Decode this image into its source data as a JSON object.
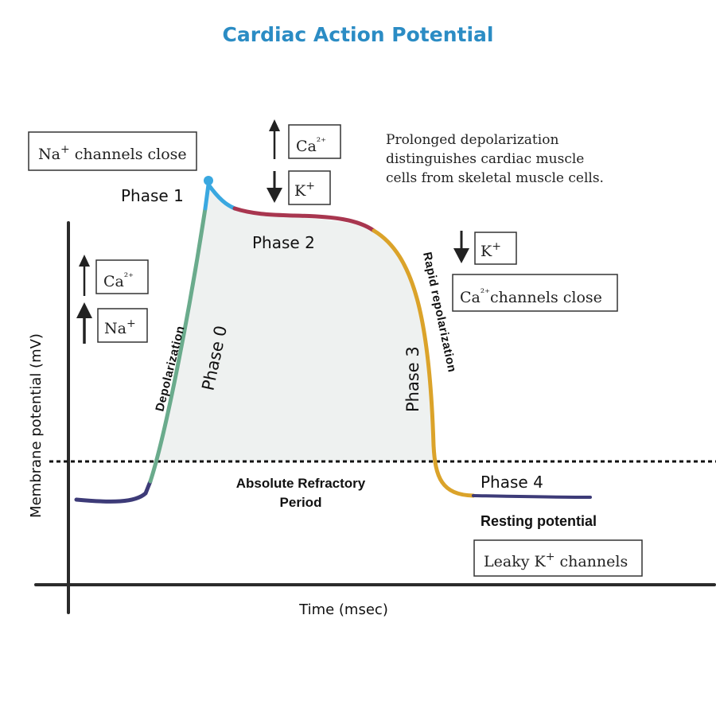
{
  "title": "Cardiac Action Potential",
  "axes": {
    "y_label": "Membrane potential (mV)",
    "x_label": "Time (msec)"
  },
  "phases": {
    "phase0": "Phase 0",
    "phase1": "Phase 1",
    "phase2": "Phase 2",
    "phase3": "Phase 3",
    "phase4": "Phase 4"
  },
  "annotations": {
    "depolarization": "Depolarization",
    "rapid_repolarization": "Rapid repolarization",
    "refractory_line1": "Absolute Refractory",
    "refractory_line2": "Period",
    "resting_potential": "Resting potential",
    "note_line1": "Prolonged depolarization",
    "note_line2": "distinguishes cardiac muscle",
    "note_line3": "cells from skeletal muscle cells."
  },
  "ion_boxes": {
    "na_close": {
      "ion": "Na",
      "charge": "+",
      "text": " channels close"
    },
    "ca_p2": {
      "ion": "Ca",
      "charge": "²⁺"
    },
    "k_p2": {
      "ion": "K",
      "charge": "+"
    },
    "ca_p0": {
      "ion": "Ca",
      "charge": "²⁺"
    },
    "na_p0": {
      "ion": "Na",
      "charge": "+"
    },
    "k_p3": {
      "ion": "K",
      "charge": "+"
    },
    "ca_close": {
      "ion": "Ca",
      "charge": "²⁺",
      "text": "channels close"
    },
    "leaky_k": {
      "pre": "Leaky ",
      "ion": "K",
      "charge": "+",
      "text": " channels"
    }
  },
  "colors": {
    "title": "#2b8cc4",
    "phase0": "#6aab8c",
    "phase1": "#3aa8e0",
    "phase2": "#a8364f",
    "phase3": "#dba32a",
    "phase4": "#3d3b78",
    "fill": "#eef1f0"
  }
}
